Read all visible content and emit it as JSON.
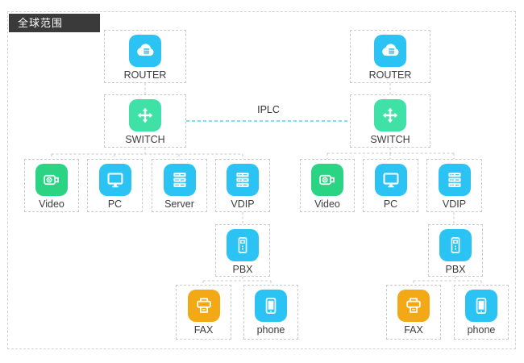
{
  "title": "全球范围",
  "link": {
    "label": "IPLC"
  },
  "colors": {
    "device_blue": "#2ac3f3",
    "switch_mint": "#3fe1a7",
    "video_green": "#2bd483",
    "fax_amber": "#f2a915",
    "title_bg": "#3a3a3a",
    "connector_gray": "#c9c9c9",
    "iplc_line_cyan": "#3cc8f2"
  },
  "nodes": {
    "router_left": {
      "label": "ROUTER",
      "icon": "cloud-router-icon"
    },
    "switch_left": {
      "label": "SWITCH",
      "icon": "switch-arrows-icon"
    },
    "video_left": {
      "label": "Video",
      "icon": "video-camera-icon"
    },
    "pc_left": {
      "label": "PC",
      "icon": "pc-monitor-icon"
    },
    "server_left": {
      "label": "Server",
      "icon": "server-stack-icon"
    },
    "vdip_left": {
      "label": "VDIP",
      "icon": "server-stack-icon"
    },
    "pbx_left": {
      "label": "PBX",
      "icon": "pbx-tower-icon"
    },
    "fax_left": {
      "label": "FAX",
      "icon": "fax-printer-icon"
    },
    "phone_left": {
      "label": "phone",
      "icon": "smartphone-icon"
    },
    "router_right": {
      "label": "ROUTER",
      "icon": "cloud-router-icon"
    },
    "switch_right": {
      "label": "SWITCH",
      "icon": "switch-arrows-icon"
    },
    "video_right": {
      "label": "Video",
      "icon": "video-camera-icon"
    },
    "pc_right": {
      "label": "PC",
      "icon": "pc-monitor-icon"
    },
    "vdip_right": {
      "label": "VDIP",
      "icon": "server-stack-icon"
    },
    "pbx_right": {
      "label": "PBX",
      "icon": "pbx-tower-icon"
    },
    "fax_right": {
      "label": "FAX",
      "icon": "fax-printer-icon"
    },
    "phone_right": {
      "label": "phone",
      "icon": "smartphone-icon"
    }
  }
}
